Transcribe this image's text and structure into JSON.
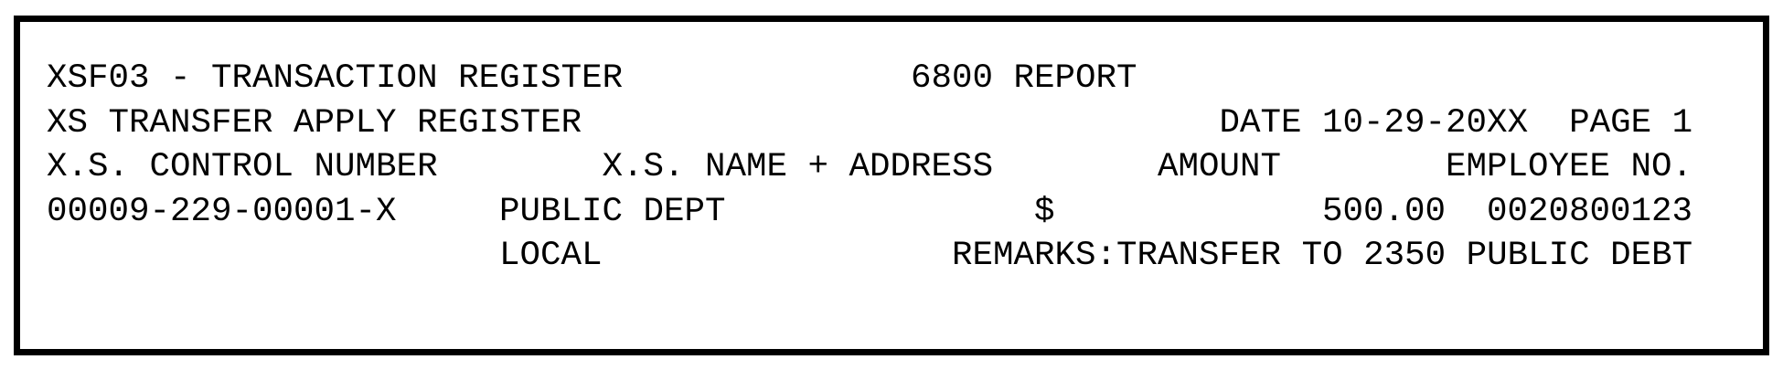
{
  "report": {
    "program_title": "XSF03 - TRANSACTION REGISTER",
    "report_name": "6800 REPORT",
    "subtitle": "XS TRANSFER APPLY REGISTER",
    "date_label": "DATE",
    "date_value": "10-29-20XX",
    "page_label": "PAGE",
    "page_number": "1",
    "columns": {
      "control_number": "X.S. CONTROL NUMBER",
      "name_address": "X.S. NAME + ADDRESS",
      "amount": "AMOUNT",
      "employee_no": "EMPLOYEE NO."
    },
    "records": [
      {
        "control_number": "00009-229-00001-X",
        "name": "PUBLIC DEPT",
        "address": "LOCAL",
        "currency_symbol": "$",
        "amount": "500.00",
        "employee_no": "0020800123",
        "remarks_label": "REMARKS:",
        "remarks": "TRANSFER TO 2350 PUBLIC DEBT"
      }
    ]
  }
}
